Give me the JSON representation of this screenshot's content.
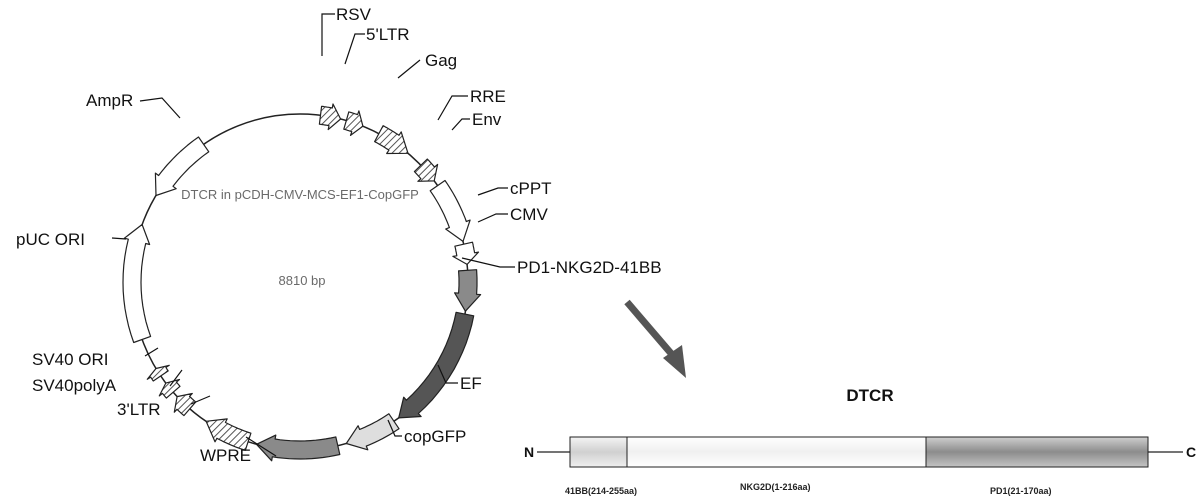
{
  "plasmid": {
    "name": "DTCR in pCDH-CMV-MCS-EF1-CopGFP",
    "size": "8810 bp",
    "features": [
      {
        "label": "RSV",
        "style": "hatch"
      },
      {
        "label": "5'LTR",
        "style": "hatch"
      },
      {
        "label": "Gag",
        "style": "hatch"
      },
      {
        "label": "RRE",
        "style": "hatch"
      },
      {
        "label": "Env",
        "style": "white"
      },
      {
        "label": "cPPT",
        "style": "white"
      },
      {
        "label": "CMV",
        "style": "gray"
      },
      {
        "label": "PD1-NKG2D-41BB",
        "style": "dark"
      },
      {
        "label": "EF",
        "style": "light"
      },
      {
        "label": "copGFP",
        "style": "gray"
      },
      {
        "label": "WPRE",
        "style": "hatch"
      },
      {
        "label": "3'LTR",
        "style": "hatch"
      },
      {
        "label": "SV40polyA",
        "style": "hatch"
      },
      {
        "label": "SV40 ORI",
        "style": "hatch"
      },
      {
        "label": "pUC ORI",
        "style": "white"
      },
      {
        "label": "AmpR",
        "style": "white"
      }
    ]
  },
  "construct": {
    "title": "DTCR",
    "n_terminus": "N",
    "c_terminus": "C",
    "domains": [
      {
        "label": "41BB(214-255aa)",
        "shade": "light"
      },
      {
        "label": "NKG2D(1-216aa)",
        "shade": "white"
      },
      {
        "label": "PD1(21-170aa)",
        "shade": "dark"
      }
    ]
  },
  "colors": {
    "hatch_fill": "#ffffff",
    "hatch_line": "#555555",
    "white_fill": "#ffffff",
    "light_fill": "#dedede",
    "gray_fill": "#8a8a8a",
    "dark_fill": "#555555",
    "outline": "#222222",
    "arrow": "#555555"
  }
}
